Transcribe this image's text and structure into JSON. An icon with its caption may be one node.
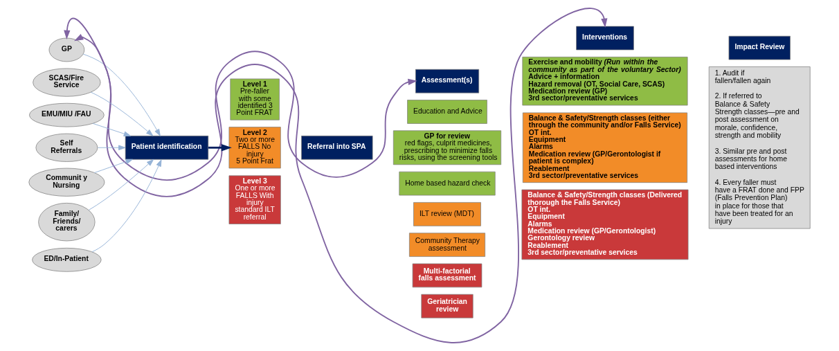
{
  "diagram": {
    "nodes": [
      {
        "text": [
          "GP"
        ]
      },
      {
        "text": [
          "SCAS/Fire Service"
        ]
      },
      {
        "text": [
          "EMU/MIU /FAU"
        ]
      },
      {
        "text": [
          "Self Referrals"
        ]
      },
      {
        "text": [
          "Communit y Nursing"
        ]
      },
      {
        "text": [
          "Family/ Friends/ carers"
        ]
      },
      {
        "text": [
          "ED/In-Patient"
        ]
      },
      {
        "text": [
          "Patient identification"
        ]
      },
      {
        "text": [
          "Level 1",
          "Pre-faller with some identified 3 Point FRAT"
        ]
      },
      {
        "text": [
          "Level 2",
          "Two or more FALLS No injury",
          "5 Point Frat"
        ]
      },
      {
        "text": [
          "Level 3",
          "One or more FALLS With injury",
          "standard ILT referral"
        ]
      },
      {
        "text": [
          "Referral into SPA"
        ]
      },
      {
        "text": [
          "Assessment(s)"
        ]
      },
      {
        "text": [
          "Education and Advice"
        ]
      },
      {
        "text": [
          "GP for review",
          "red flags, culprit medicines, prescribing to minimize falls risks, using the screening tools"
        ]
      },
      {
        "text": [
          "Home based hazard check"
        ]
      },
      {
        "text": [
          "ILT review (MDT)"
        ]
      },
      {
        "text": [
          "Community Therapy assessment"
        ]
      },
      {
        "text": [
          "Multi-factorial falls assessment"
        ]
      },
      {
        "text": [
          "Geriatrician review"
        ]
      },
      {
        "text": [
          "Interventions"
        ]
      },
      {
        "text": [
          "Exercise and mobility *(Run within the community as part of the voluntary Sector)*",
          "Advice + information",
          "Hazard removal (OT, Social Care, SCAS)",
          "Medication review (GP)",
          "3rd sector/preventative services"
        ]
      },
      {
        "text": [
          "Balance & Safety/Strength classes (either through the community and/or Falls Service)",
          "OT int.",
          "Equipment",
          "Alarms",
          "Medication review (GP/Gerontologist if patient is complex)",
          "Reablement",
          "3rd sector/preventative services"
        ]
      },
      {
        "text": [
          "Balance & Safety/Strength classes (Delivered thorough the Falls Service)",
          "OT int.",
          "Equipment",
          "Alarms",
          "Medication review (GP/Gerontologist)",
          "Gerontology review",
          "Reablement",
          "3rd sector/preventative services"
        ]
      },
      {
        "text": [
          "Impact Review"
        ]
      },
      {
        "text": [
          "1. Audit if fallen/fallen again",
          "2. If referred to Balance & Safety Strength classes—pre and post assessment on morale, confidence, strength and mobility",
          "3. Similar pre and post assessments for home based interventions",
          "4. Every faller must have a FRAT done and FPP (Falls Prevention Plan) in place for those that have been treated for an injury"
        ]
      }
    ],
    "edges": [
      {
        "from": 0,
        "to": 7,
        "arrow": "to"
      },
      {
        "from": 1,
        "to": 7,
        "arrow": "to"
      },
      {
        "from": 2,
        "to": 7,
        "arrow": "to"
      },
      {
        "from": 3,
        "to": 7,
        "arrow": "to"
      },
      {
        "from": 4,
        "to": 7,
        "arrow": "to"
      },
      {
        "from": 5,
        "to": 7,
        "arrow": "to"
      },
      {
        "from": 6,
        "to": 7,
        "arrow": "to"
      },
      {
        "from": 7,
        "to": 9,
        "arrow": "to",
        "style": "thick",
        "color": "#002060"
      },
      {
        "from": 0,
        "to": 20,
        "arrow": "both",
        "color": "#8064a2"
      },
      {
        "from": 0,
        "to": 12,
        "arrow": "both",
        "color": "#8064a2"
      }
    ]
  }
}
